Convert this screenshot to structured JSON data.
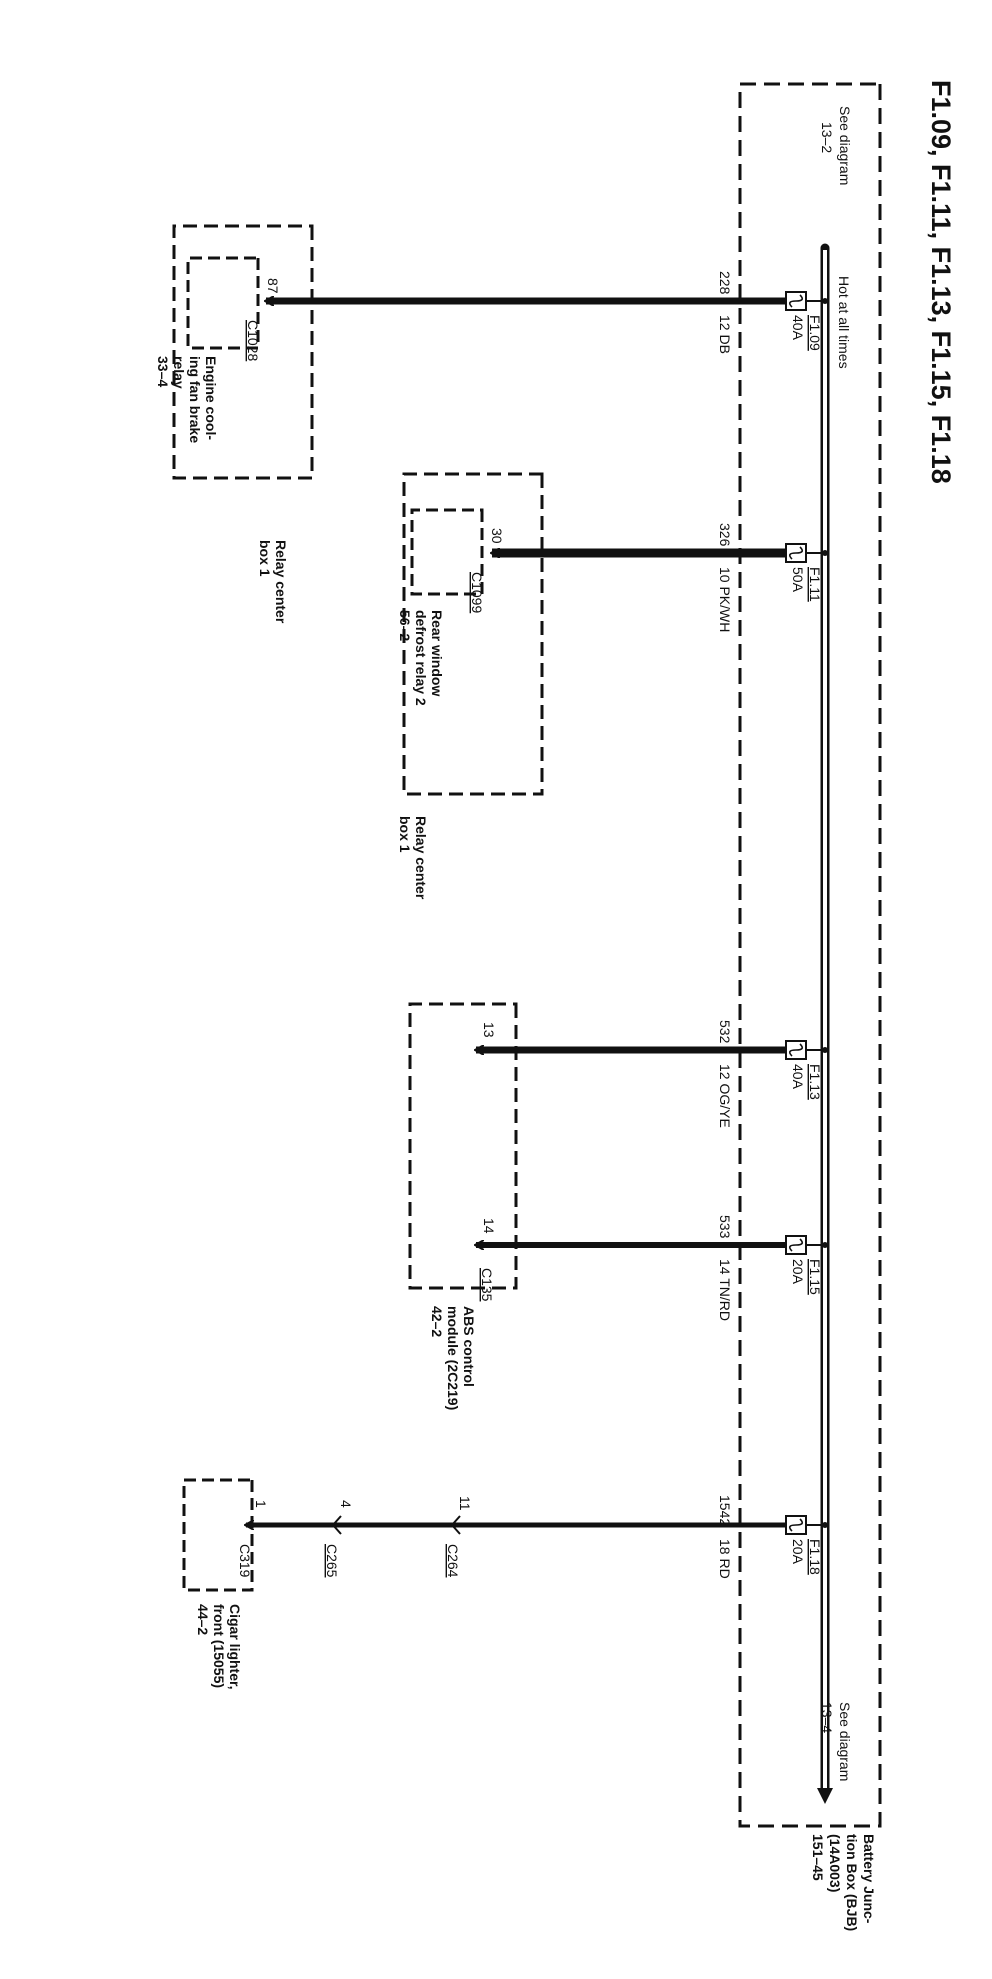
{
  "title": "F1.09, F1.11, F1.13, F1.15, F1.18",
  "bjb": {
    "name_lines": [
      "Battery Junc-",
      "tion Box (BJB)",
      "(14A003)",
      "151–45"
    ],
    "bus_label": "Hot at all times",
    "see_top_lines": [
      "See diagram",
      "13–2"
    ],
    "see_bottom_lines": [
      "See diagram",
      "13–4"
    ]
  },
  "fuses": [
    {
      "id": "F1.09",
      "rating": "40A",
      "circuit": "228",
      "wire": "12 DB"
    },
    {
      "id": "F1.11",
      "rating": "50A",
      "circuit": "326",
      "wire": "10 PK/WH"
    },
    {
      "id": "F1.13",
      "rating": "40A",
      "circuit": "532",
      "wire": "12 OG/YE"
    },
    {
      "id": "F1.15",
      "rating": "20A",
      "circuit": "533",
      "wire": "14 TN/RD"
    },
    {
      "id": "F1.18",
      "rating": "20A",
      "circuit": "1542",
      "wire": "18 RD"
    }
  ],
  "relay1": {
    "pin": "87",
    "connector": "C1028",
    "name_lines": [
      "Engine cool-",
      "ing fan brake",
      "relay",
      "33–4"
    ],
    "box_lines": [
      "Relay center",
      "box 1"
    ]
  },
  "relay2": {
    "pin": "30",
    "connector": "C1099",
    "name_lines": [
      "Rear window",
      "defrost relay 2",
      "56–2"
    ],
    "box_lines": [
      "Relay center",
      "box 1"
    ]
  },
  "abs": {
    "pin_a": "13",
    "pin_b": "14",
    "connector": "C135",
    "name_lines": [
      "ABS control",
      "module (2C219)",
      "42–2"
    ]
  },
  "lighter": {
    "connectors": [
      {
        "pin": "11",
        "name": "C264"
      },
      {
        "pin": "4",
        "name": "C265"
      },
      {
        "pin": "1",
        "name": "C319"
      }
    ],
    "name_lines": [
      "Cigar lighter,",
      "front (15055)",
      "44–2"
    ]
  }
}
